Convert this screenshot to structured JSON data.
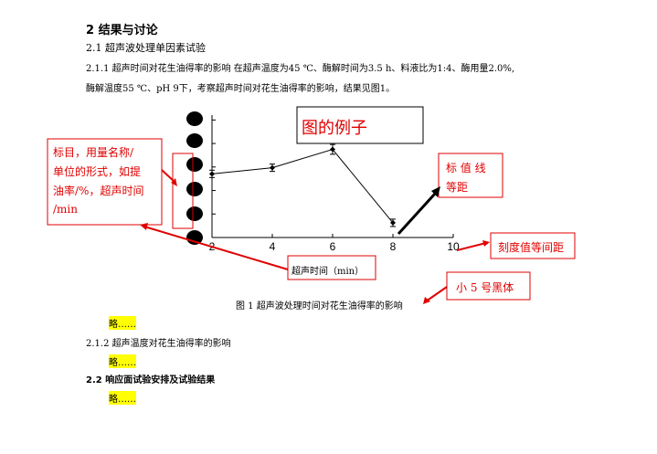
{
  "section_heading": "2  结果与讨论",
  "sub_2_1": "2.1  超声波处理单因素试验",
  "para_2_1_1_line1": "2.1.1  超声时间对花生油得率的影响     在超声温度为45 ℃、酶解时间为3.5 h、料液比为1:4、酶用量2.0%,",
  "para_2_1_1_line2": "酶解温度55 ℃、pH 9下，考察超声时间对花生油得率的影响，结果见图1。",
  "annotations": {
    "example_box": "图的例子",
    "ylabel_note_line1": "标目，用量名称/",
    "ylabel_note_line2": "单位的形式，如提",
    "ylabel_note_line3": "油率/%，超声时间",
    "ylabel_note_line4": "/min",
    "value_line_note_line1": "标  值  线",
    "value_line_note_line2": "等距",
    "tick_note": "刻度值等间距",
    "font_note": "小 5 号黑体"
  },
  "figure_caption": "图 1  超声波处理时间对花生油得率的影响",
  "omitted_1": "略……",
  "sub_2_1_2": "2.1.2  超声温度对花生油得率的影响",
  "omitted_2": "略……",
  "sub_2_2": "2.2  响应面试验安排及试验结果",
  "omitted_3": "略……",
  "colors": {
    "annotation_red": "#e00000",
    "highlight": "#ffff00"
  },
  "chart_data": {
    "type": "line",
    "xlabel": "超声时间（min）",
    "ylabel": "",
    "xlim": [
      2,
      10
    ],
    "x_ticks": [
      "2",
      "4",
      "6",
      "8",
      "10"
    ],
    "series": [
      {
        "x": [
          2,
          4,
          6,
          8
        ],
        "y": [
          0.52,
          0.57,
          0.72,
          0.12
        ],
        "error": [
          0.03,
          0.03,
          0.04,
          0.03
        ]
      }
    ],
    "grid": false
  }
}
